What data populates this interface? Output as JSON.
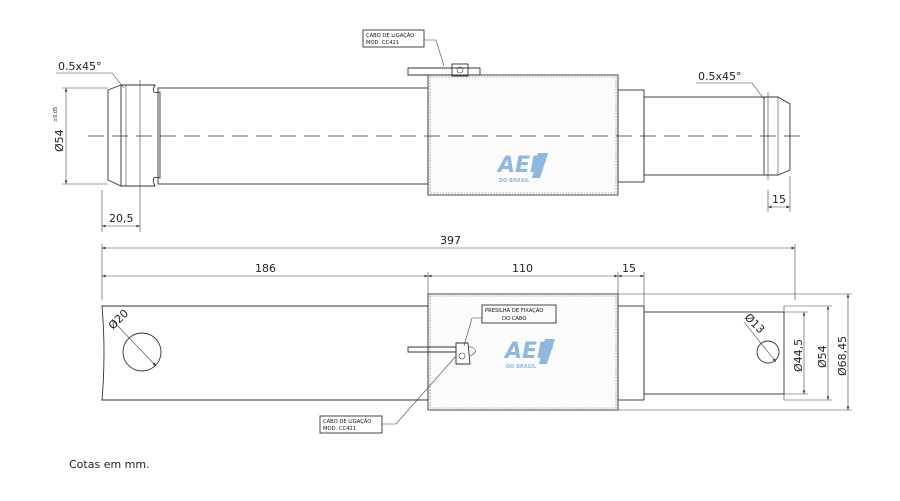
{
  "drawing": {
    "top_view": {
      "chamfer_left": "0.5x45°",
      "chamfer_right": "0.5x45°",
      "diameter": "Ø54",
      "tolerance": "±0,05",
      "dim_left": "20,5",
      "dim_right": "15",
      "cable_label_line1": "CABO DE LIGAÇÃO",
      "cable_label_line2": "MOD. CC421"
    },
    "side_view": {
      "overall_length": "397",
      "length_1": "186",
      "length_2": "110",
      "length_3": "15",
      "hole_left": "Ø20",
      "hole_right": "Ø13",
      "dia_1": "Ø44,5",
      "dia_2": "Ø54",
      "dia_3": "Ø68,45",
      "clip_label_line1": "PRESILHA DE FIXAÇÃO",
      "clip_label_line2": "DO CABO",
      "cable_label_line1": "CABO DE LIGAÇÃO",
      "cable_label_line2": "MOD. CC421"
    },
    "logo": {
      "text": "AEP",
      "subtext": "DO BRASIL",
      "color": "#8fb8e0"
    }
  },
  "footnote": "Cotas em mm."
}
